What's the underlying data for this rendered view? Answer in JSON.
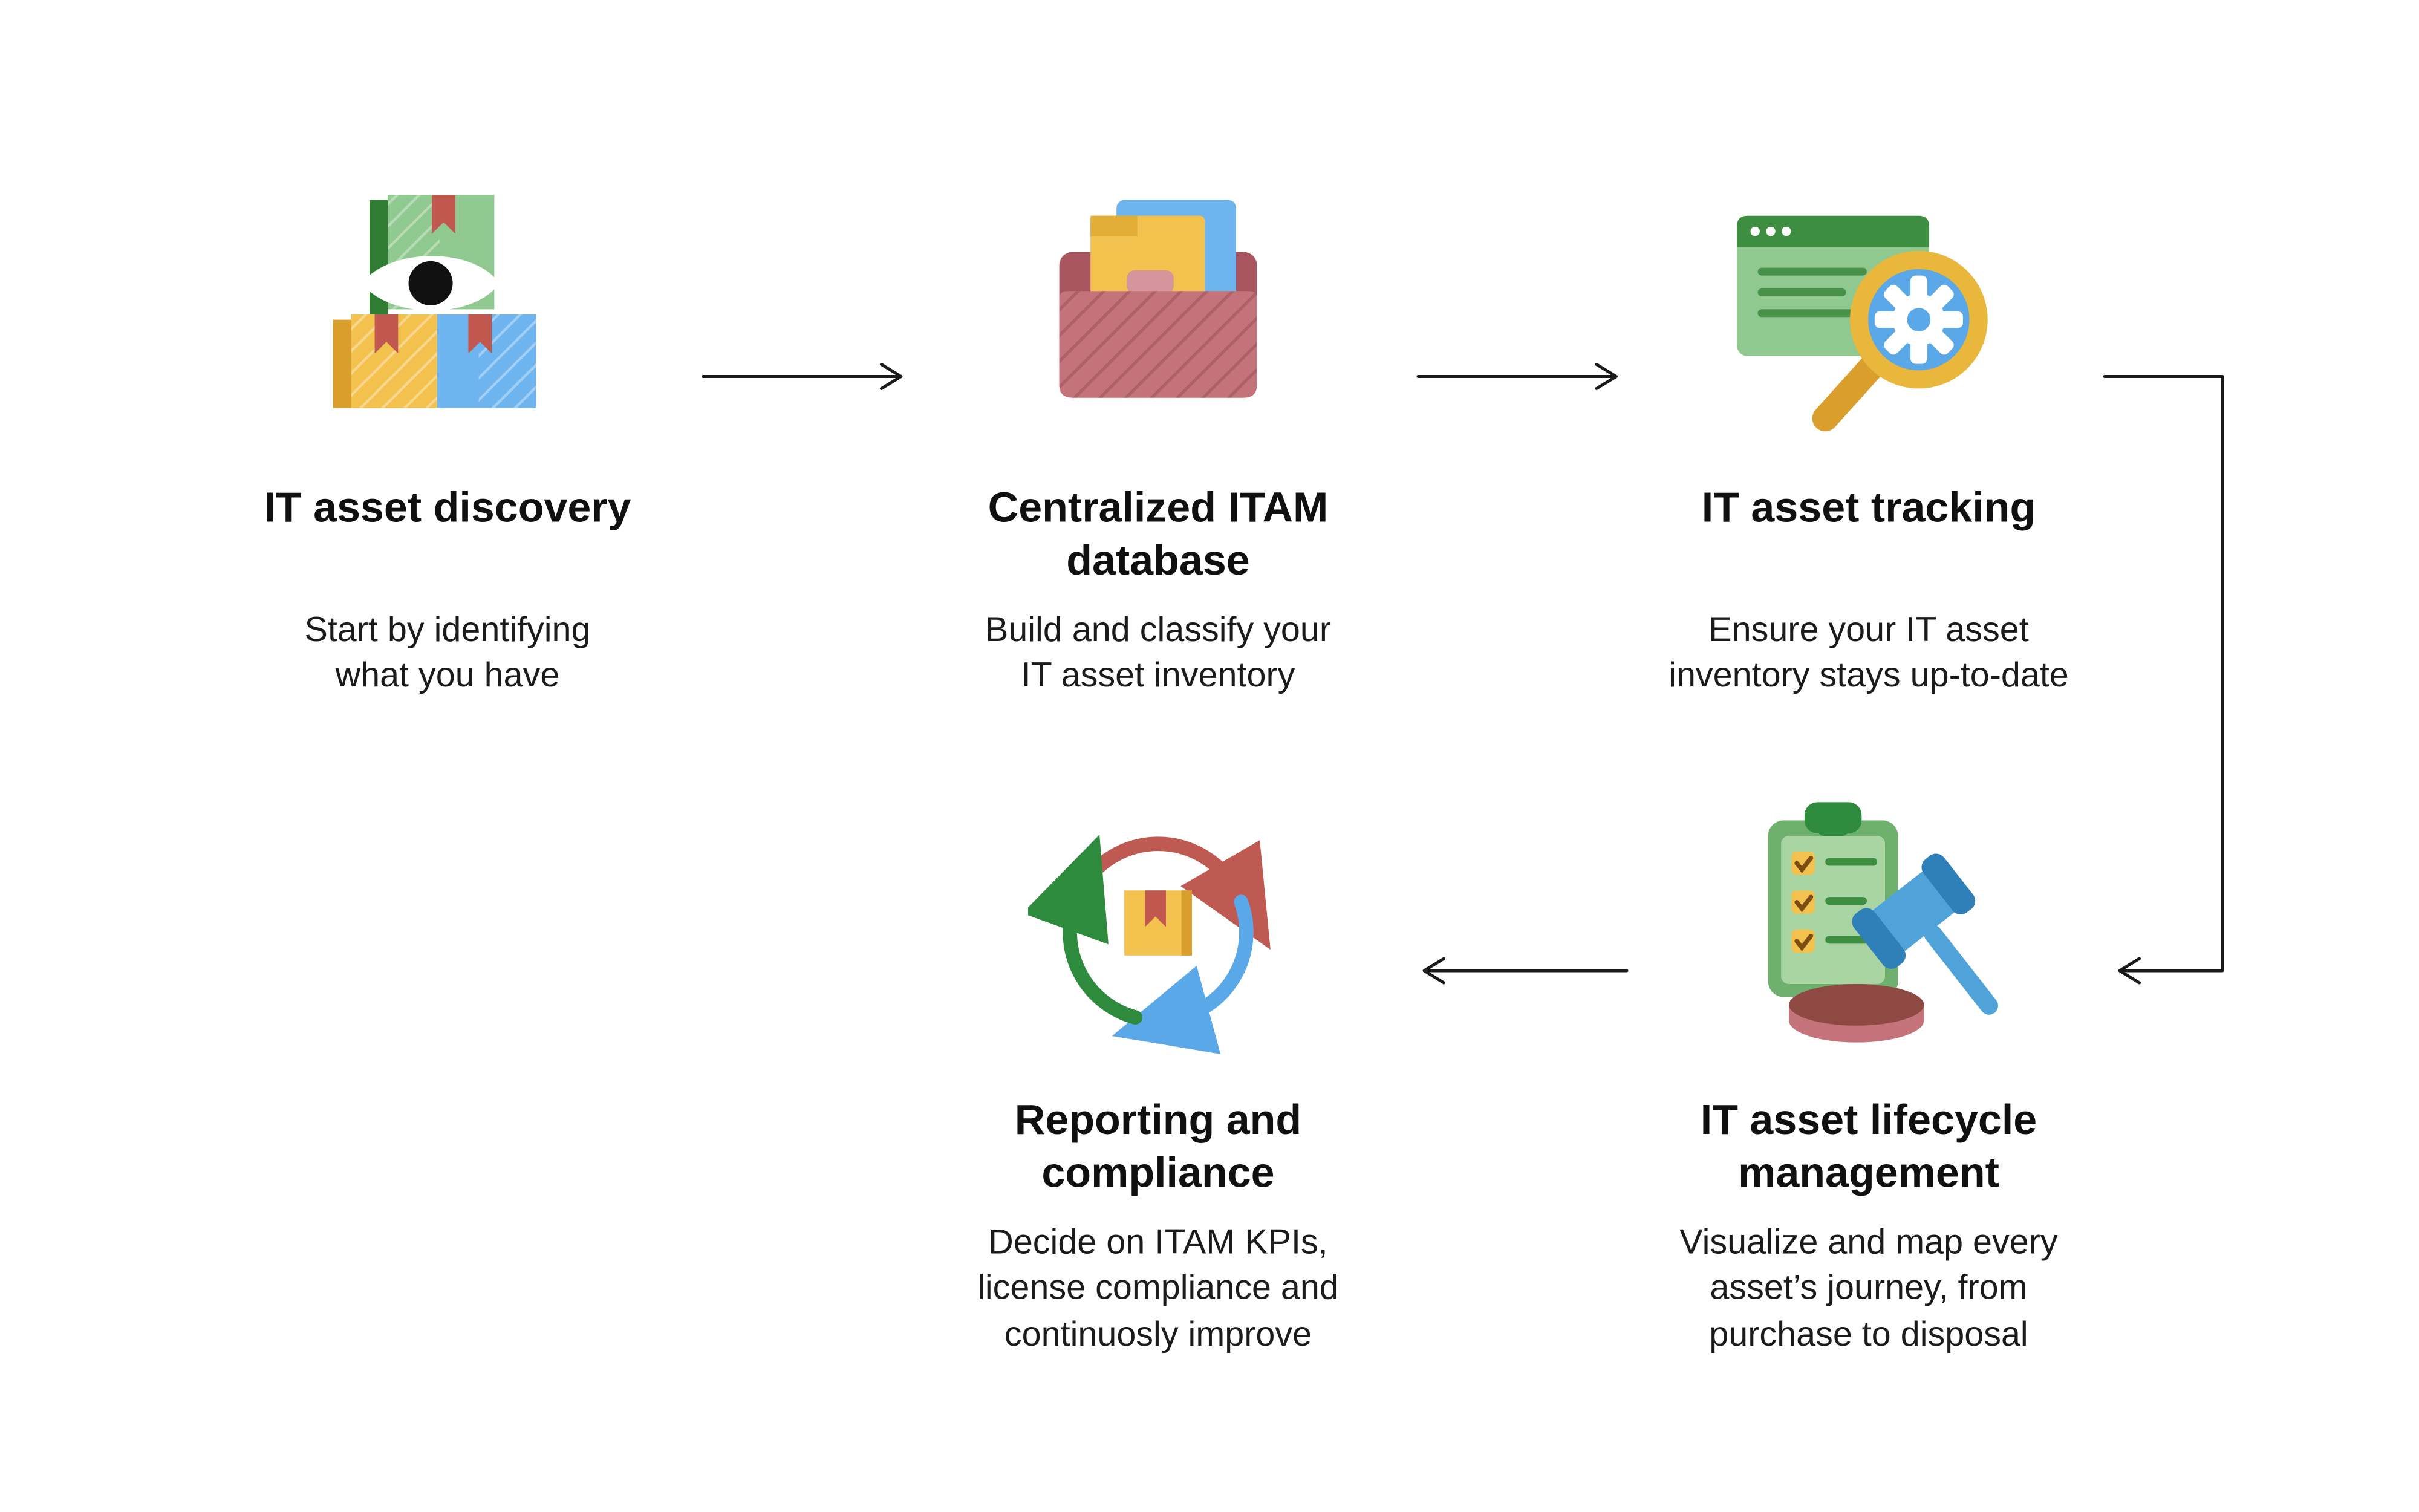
{
  "diagram": {
    "steps": [
      {
        "title": "IT asset discovery",
        "description": "Start by identifying\nwhat you have",
        "icon": "asset-boxes-eye-icon"
      },
      {
        "title": "Centralized ITAM\ndatabase",
        "description": "Build and classify your\nIT asset inventory",
        "icon": "folder-documents-icon"
      },
      {
        "title": "IT asset tracking",
        "description": "Ensure your IT asset\ninventory stays up-to-date",
        "icon": "window-magnifier-gear-icon"
      },
      {
        "title": "IT asset lifecycle\nmanagement",
        "description": "Visualize and map every\nasset’s journey, from\npurchase to disposal",
        "icon": "clipboard-gavel-icon"
      },
      {
        "title": "Reporting and\ncompliance",
        "description": "Decide on ITAM KPIs,\nlicense compliance and\ncontinuosly improve",
        "icon": "box-cycle-arrows-icon"
      }
    ],
    "colors": {
      "background": "#ffffff",
      "text": "#111111",
      "arrow": "#1a1a1a",
      "green": "#8FC98F",
      "green_dark": "#2E7D32",
      "yellow": "#F2C14E",
      "yellow_dark": "#D99E2B",
      "blue": "#5BA8E8",
      "red": "#C05850",
      "mauve": "#C4737B"
    }
  }
}
